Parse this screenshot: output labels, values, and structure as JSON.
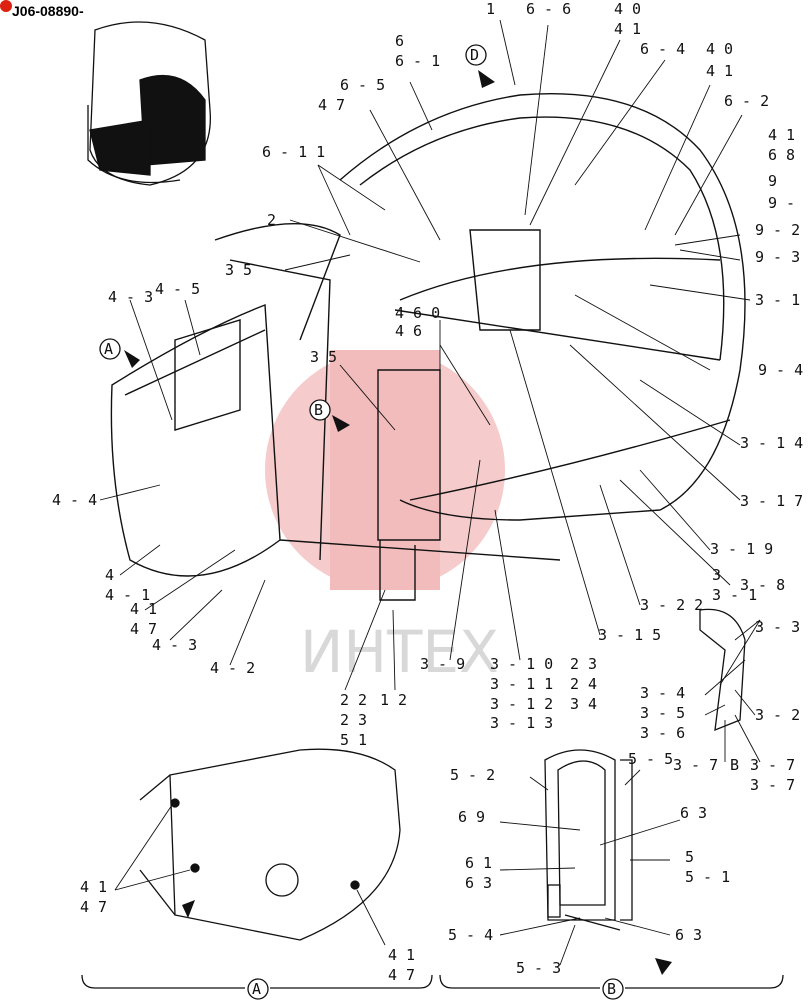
{
  "document": {
    "code": "J06-08890-"
  },
  "watermark": {
    "text": "ИНТЕХ"
  },
  "views": {
    "a": "A",
    "b": "B",
    "d": "D"
  },
  "callouts": [
    "1",
    "6 - 6",
    "4 0",
    "4 1",
    "6 - 4",
    "4 0",
    "4 1",
    "6",
    "6 - 1",
    "6 - 5",
    "4 7",
    "6 - 2",
    "4 1",
    "6 8",
    "9",
    "9 -",
    "9 - 2",
    "9 - 3",
    "3 - 1",
    "6 - 1 1",
    "2",
    "3 5",
    "4 - 3",
    "4 - 5",
    "4 6 0",
    "4 6",
    "3 5",
    "9 - 4",
    "3 - 1 4",
    "3 - 1 7",
    "4 - 4",
    "3 - 1 9",
    "3",
    "3 - 8",
    "3 - 2 2",
    "3 - 1",
    "3 - 3",
    "4",
    "4 - 1",
    "4 1",
    "4 7",
    "4 - 3",
    "4 - 2",
    "3 - 1 5",
    "3 - 9",
    "3 - 1 0",
    "2 3",
    "3 - 1 1",
    "2 4",
    "3 - 1 2",
    "3 4",
    "3 - 1 3",
    "2 2",
    "1 2",
    "2 3",
    "5 1",
    "3 - 4",
    "3 - 5",
    "3 - 6",
    "3 - 2",
    "3 - 7",
    "B",
    "3 - 7",
    "3 - 7",
    "5 - 2",
    "5 - 5",
    "6 9",
    "6 3",
    "5",
    "5 - 1",
    "6 1",
    "6 3",
    "4 1",
    "4 7",
    "5 - 4",
    "6 3",
    "4 1",
    "4 7",
    "5 - 3"
  ]
}
